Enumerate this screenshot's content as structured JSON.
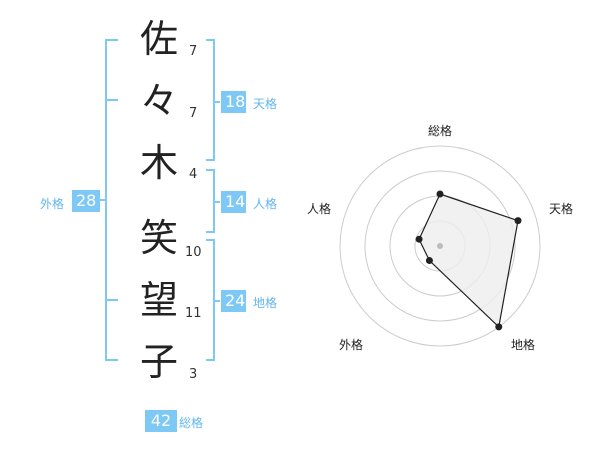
{
  "name": {
    "chars": [
      {
        "char": "佐",
        "strokes": "7"
      },
      {
        "char": "々",
        "strokes": "7"
      },
      {
        "char": "木",
        "strokes": "4"
      },
      {
        "char": "笑",
        "strokes": "10"
      },
      {
        "char": "望",
        "strokes": "11"
      },
      {
        "char": "子",
        "strokes": "3"
      }
    ]
  },
  "fortunes": {
    "tenkaku": {
      "label": "天格",
      "value": "18"
    },
    "jinkaku": {
      "label": "人格",
      "value": "14"
    },
    "chikaku": {
      "label": "地格",
      "value": "24"
    },
    "gaikaku": {
      "label": "外格",
      "value": "28"
    },
    "soukaku": {
      "label": "総格",
      "value": "42"
    }
  },
  "chart_data": {
    "type": "radar",
    "axes": [
      "総格",
      "天格",
      "地格",
      "外格",
      "人格"
    ],
    "values": [
      0.52,
      0.82,
      1.0,
      0.18,
      0.22
    ],
    "range": [
      0,
      1
    ],
    "rings": 4,
    "colors": {
      "fill": "#eeeeee",
      "line": "#222222",
      "grid": "#cccccc",
      "center": "#bbbbbb"
    }
  },
  "colors": {
    "bracket": "#7ec8f5",
    "badge": "#7ec8f5",
    "badge_label": "#61b6ee"
  }
}
